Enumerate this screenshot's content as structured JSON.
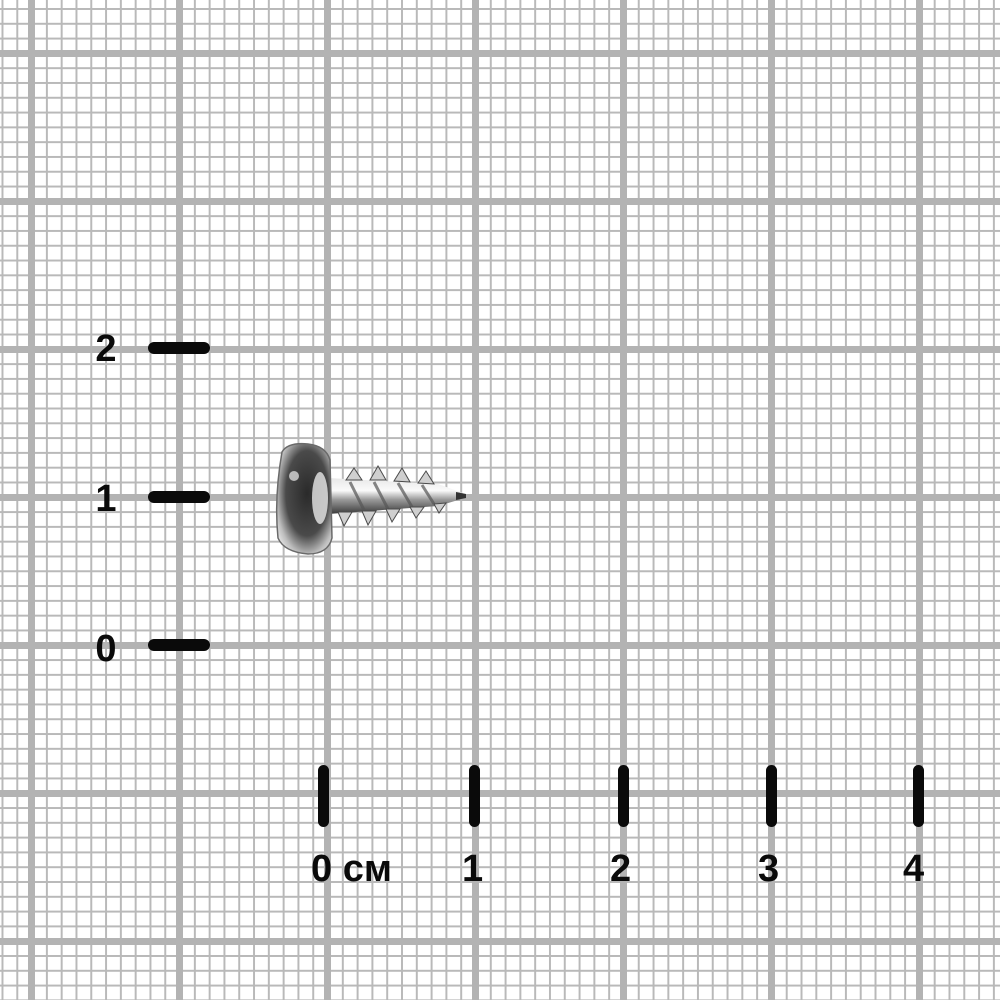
{
  "scene": {
    "description": "Self-tapping screw on millimetre graph paper with centimetre scale",
    "background_color": "#ffffff",
    "grid_minor_color": "#b9b9b9",
    "grid_major_color": "#b3b3b3",
    "grid_unit": "1 major square = 1 cm"
  },
  "scale": {
    "y_axis": {
      "labels": [
        "2",
        "1",
        "0"
      ]
    },
    "x_axis": {
      "labels": [
        "0 см",
        "1",
        "2",
        "3",
        "4"
      ],
      "unit": "см"
    }
  },
  "object": {
    "name": "screw",
    "icon": "screw-icon",
    "approx_length_cm": "1.3",
    "approx_head_diameter_cm": "0.75"
  }
}
